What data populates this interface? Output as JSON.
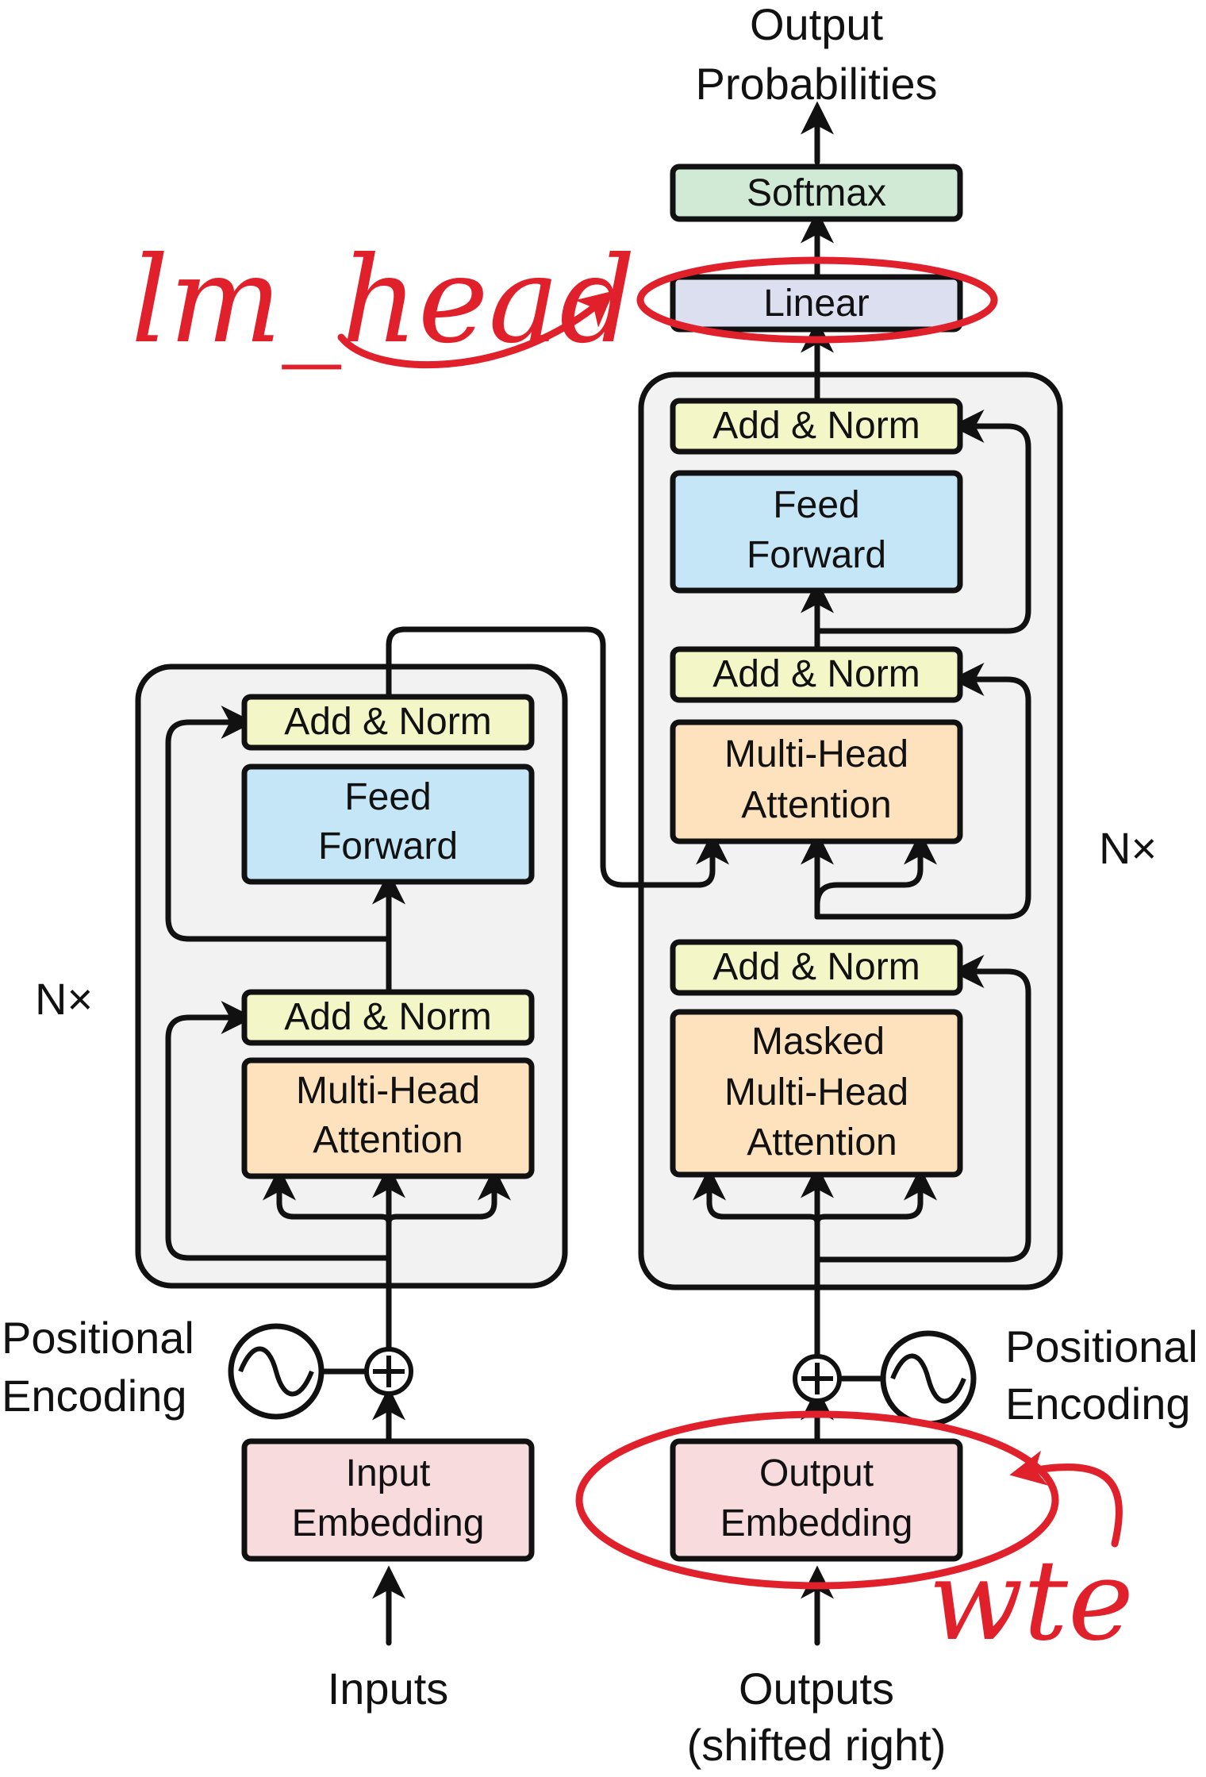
{
  "colors": {
    "stack_bg": "#f2f2f2",
    "add_norm": "#f3f6c6",
    "feed_forward": "#c5e6f6",
    "attention": "#fde2bd",
    "embedding": "#f8dbdd",
    "linear": "#dcdff0",
    "softmax": "#d0ead5",
    "annotation": "#e0202a"
  },
  "encoder": {
    "repeat_label": "N×",
    "add_norm_top": "Add & Norm",
    "feed_forward": [
      "Feed",
      "Forward"
    ],
    "add_norm_bottom": "Add & Norm",
    "attention": [
      "Multi-Head",
      "Attention"
    ],
    "positional_encoding": [
      "Positional",
      "Encoding"
    ],
    "embedding": [
      "Input",
      "Embedding"
    ],
    "inputs": "Inputs"
  },
  "decoder": {
    "repeat_label": "N×",
    "add_norm_top": "Add & Norm",
    "feed_forward": [
      "Feed",
      "Forward"
    ],
    "add_norm_mid": "Add & Norm",
    "cross_attention": [
      "Multi-Head",
      "Attention"
    ],
    "add_norm_bottom": "Add & Norm",
    "masked_attention": [
      "Masked",
      "Multi-Head",
      "Attention"
    ],
    "positional_encoding": [
      "Positional",
      "Encoding"
    ],
    "embedding": [
      "Output",
      "Embedding"
    ],
    "outputs": [
      "Outputs",
      "(shifted right)"
    ]
  },
  "head": {
    "linear": "Linear",
    "softmax": "Softmax",
    "output": [
      "Output",
      "Probabilities"
    ]
  },
  "annotations": {
    "linear_note": "lm_head",
    "embedding_note": "wte"
  }
}
